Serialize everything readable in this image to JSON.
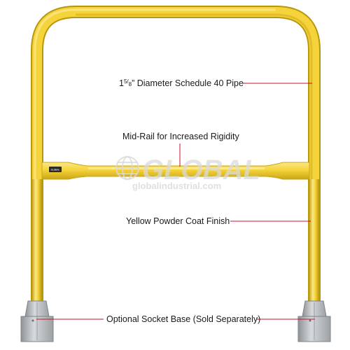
{
  "callouts": {
    "pipe_prefix": "1",
    "pipe_frac_num": "5",
    "pipe_frac_den": "8",
    "pipe_suffix": "” Diameter Schedule 40 Pipe",
    "mid_rail": "Mid-Rail for Increased Rigidity",
    "finish": "Yellow Powder Coat Finish",
    "base": "Optional Socket Base (Sold Separately)"
  },
  "watermark": {
    "brand": "GLOBAL",
    "url": "globalindustrial.com"
  },
  "plate": {
    "text": "GLOBAL"
  },
  "colors": {
    "rail_yellow": "#f5d33a",
    "rail_shadow": "#c9a616",
    "rail_highlight": "#fbe889",
    "leader_red": "#c8102e",
    "base_gray": "#b4b8bb"
  }
}
